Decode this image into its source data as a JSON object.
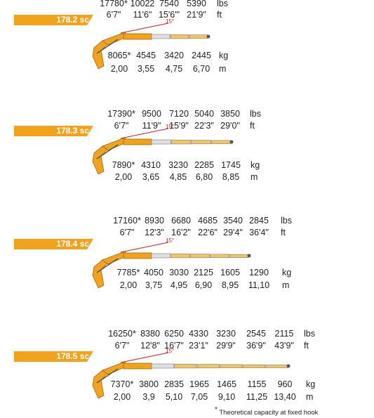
{
  "angle_label": "15°",
  "footnote": {
    "star": "*",
    "text": "Theoretical capacity at fixed hook"
  },
  "models": [
    {
      "name": "178.2 sc",
      "lbs": [
        "17780*",
        "10022",
        "7540",
        "5390"
      ],
      "lbs_unit": "lbs",
      "ft": [
        "6'7\"",
        "11'6\"",
        "15'6'\"",
        "21'9\""
      ],
      "ft_unit": "ft",
      "kg": [
        "8065*",
        "4545",
        "3420",
        "2445"
      ],
      "kg_unit": "kg",
      "m": [
        "2,00",
        "3,55",
        "4,75",
        "6,70"
      ],
      "m_unit": "m"
    },
    {
      "name": "178.3 sc",
      "lbs": [
        "17390*",
        "9500",
        "7120",
        "5040",
        "3850"
      ],
      "lbs_unit": "lbs",
      "ft": [
        "6'7\"",
        "11'9\"",
        "15'9\"",
        "22'3\"",
        "29'0\""
      ],
      "ft_unit": "ft",
      "kg": [
        "7890*",
        "4310",
        "3230",
        "2285",
        "1745"
      ],
      "kg_unit": "kg",
      "m": [
        "2,00",
        "3,65",
        "4,85",
        "6,80",
        "8,85"
      ],
      "m_unit": "m"
    },
    {
      "name": "178.4 sc",
      "lbs": [
        "17160*",
        "8930",
        "6680",
        "4685",
        "3540",
        "2845"
      ],
      "lbs_unit": "lbs",
      "ft": [
        "6'7\"",
        "12'3\"",
        "16'2\"",
        "22'6\"",
        "29'4\"",
        "36'4\""
      ],
      "ft_unit": "ft",
      "kg": [
        "7785*",
        "4050",
        "3030",
        "2125",
        "1605",
        "1290"
      ],
      "kg_unit": "kg",
      "m": [
        "2,00",
        "3,75",
        "4,95",
        "6,90",
        "8,95",
        "11,10"
      ],
      "m_unit": "m"
    },
    {
      "name": "178.5 sc",
      "lbs": [
        "16250*",
        "8380",
        "6250",
        "4330",
        "3230",
        "2545",
        "2115"
      ],
      "lbs_unit": "lbs",
      "ft": [
        "6'7\"",
        "12'8\"",
        "16'7\"",
        "23'1\"",
        "29'9\"",
        "36'9\"",
        "43'9\""
      ],
      "ft_unit": "ft",
      "kg": [
        "7370*",
        "3800",
        "2835",
        "1965",
        "1465",
        "1155",
        "960"
      ],
      "kg_unit": "kg",
      "m": [
        "2,00",
        "3,9",
        "5,10",
        "7,05",
        "9,10",
        "11,25",
        "13,40"
      ],
      "m_unit": "m"
    }
  ]
}
